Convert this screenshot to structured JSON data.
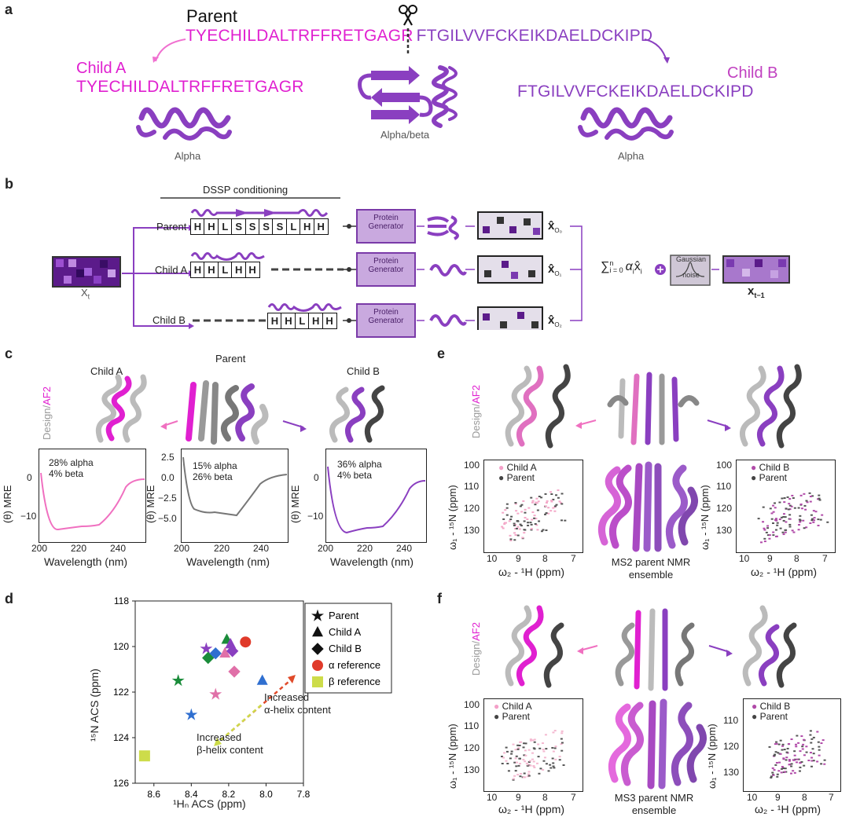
{
  "panels": {
    "a": "a",
    "b": "b",
    "c": "c",
    "d": "d",
    "e": "e",
    "f": "f"
  },
  "panel_a": {
    "parent_label": "Parent",
    "parent_seq_a": "TYECHILDALTRFFRETGAGR",
    "parent_seq_b": "FTGILVVFCKEIKDAELDCKIPD",
    "childA_label": "Child A",
    "childA_seq": "TYECHILDALTRFFRETGAGR",
    "childB_label": "Child B",
    "childB_seq": "FTGILVVFCKEIKDAELDCKIPD",
    "alpha_left": "Alpha",
    "alphabeta": "Alpha/beta",
    "alpha_right": "Alpha"
  },
  "panel_b": {
    "dssp_title": "DSSP conditioning",
    "xt": "X",
    "xt_sub": "t",
    "rows": [
      {
        "name": "Parent",
        "letters": [
          "H",
          "H",
          "L",
          "S",
          "S",
          "S",
          "S",
          "L",
          "H",
          "H"
        ],
        "out": "x̂",
        "out_sub": "O₀"
      },
      {
        "name": "Child A",
        "letters": [
          "H",
          "H",
          "L",
          "H",
          "H"
        ],
        "out": "x̂",
        "out_sub": "O₁"
      },
      {
        "name": "Child B",
        "letters": [
          "H",
          "H",
          "L",
          "H",
          "H"
        ],
        "out": "x̂",
        "out_sub": "O₂"
      }
    ],
    "pg_line1": "Protein",
    "pg_line2": "Generator",
    "sum": "∑",
    "sum_top": "n",
    "sum_bottom": "i = 0",
    "sum_term": "α",
    "sum_term_sub": "i",
    "sum_x": "x̂",
    "sum_x_sub": "i",
    "noise1": "Gaussian",
    "noise2": "noise",
    "xt1": "x",
    "xt1_sub": "t−1"
  },
  "panel_c": {
    "childA": "Child A",
    "parent": "Parent",
    "childB": "Child B",
    "design_label": "Design/",
    "af2_label": "AF2",
    "plots": [
      {
        "text1": "28% alpha",
        "text2": "4% beta",
        "yticks": [
          "0",
          "−10"
        ],
        "xticks": [
          "200",
          "220",
          "240"
        ],
        "ylabel": "(θ) MRE",
        "xlabel": "Wavelength (nm)"
      },
      {
        "text1": "15% alpha",
        "text2": "26% beta",
        "yticks": [
          "2.5",
          "0.0",
          "−2.5",
          "−5.0"
        ],
        "xticks": [
          "200",
          "220",
          "240"
        ],
        "ylabel": "(θ) MRE",
        "xlabel": "Wavelength (nm)"
      },
      {
        "text1": "36% alpha",
        "text2": "4% beta",
        "yticks": [
          "0",
          "−10"
        ],
        "xticks": [
          "200",
          "220",
          "240"
        ],
        "ylabel": "(θ) MRE",
        "xlabel": "Wavelength (nm)"
      }
    ]
  },
  "panel_e": {
    "design_label": "Design/",
    "af2_label": "AF2",
    "legendA": [
      "Child A",
      "Parent"
    ],
    "legendB": [
      "Child B",
      "Parent"
    ],
    "ensemble1": "MS2 parent NMR",
    "ensemble2": "ensemble",
    "yticks": [
      "100",
      "110",
      "120",
      "130"
    ],
    "xticksA": [
      "10",
      "9",
      "8",
      "7"
    ],
    "xticksB": [
      "10",
      "9",
      "8",
      "7"
    ],
    "ylabel": "ω₁ - ¹⁵N (ppm)",
    "xlabel": "ω₂ - ¹H (ppm)"
  },
  "panel_f": {
    "design_label": "Design/",
    "af2_label": "AF2",
    "legendA": [
      "Child A",
      "Parent"
    ],
    "legendB": [
      "Child B",
      "Parent"
    ],
    "ensemble1": "MS3 parent NMR",
    "ensemble2": "ensemble",
    "yticksA": [
      "100",
      "110",
      "120",
      "130"
    ],
    "yticksB": [
      "110",
      "120",
      "130"
    ],
    "xticks": [
      "10",
      "9",
      "8",
      "7"
    ],
    "ylabel": "ω₁ - ¹⁵N (ppm)",
    "xlabel": "ω₂ - ¹H (ppm)"
  },
  "chart_data": {
    "type": "scatter",
    "xlabel": "¹Hₙ ACS (ppm)",
    "ylabel": "¹⁵N ACS (ppm)",
    "xlim": [
      8.7,
      7.8
    ],
    "ylim": [
      126,
      118
    ],
    "xticks": [
      "8.6",
      "8.4",
      "8.2",
      "8.0",
      "7.8"
    ],
    "yticks": [
      "118",
      "120",
      "122",
      "124",
      "126"
    ],
    "legend": [
      "Parent",
      "Child A",
      "Child B",
      "α reference",
      "β reference"
    ],
    "annotations": [
      "Increased",
      "α-helix content",
      "Increased",
      "β-helix content"
    ],
    "points": [
      {
        "shape": "star",
        "color": "#1a8c3a",
        "x": 8.47,
        "y": 121.5
      },
      {
        "shape": "star",
        "color": "#2f6fd0",
        "x": 8.4,
        "y": 123.0
      },
      {
        "shape": "star",
        "color": "#8a3fc0",
        "x": 8.32,
        "y": 120.1
      },
      {
        "shape": "star",
        "color": "#e070a8",
        "x": 8.27,
        "y": 122.1
      },
      {
        "shape": "triangle",
        "color": "#1a8c3a",
        "x": 8.21,
        "y": 119.7
      },
      {
        "shape": "triangle",
        "color": "#2f6fd0",
        "x": 8.02,
        "y": 121.5
      },
      {
        "shape": "triangle",
        "color": "#e070a8",
        "x": 8.22,
        "y": 120.3
      },
      {
        "shape": "triangle",
        "color": "#8a3fc0",
        "x": 8.19,
        "y": 119.9
      },
      {
        "shape": "diamond",
        "color": "#1a8c3a",
        "x": 8.31,
        "y": 120.5
      },
      {
        "shape": "diamond",
        "color": "#2f6fd0",
        "x": 8.27,
        "y": 120.3
      },
      {
        "shape": "diamond",
        "color": "#8a3fc0",
        "x": 8.18,
        "y": 120.2
      },
      {
        "shape": "diamond",
        "color": "#e070a8",
        "x": 8.17,
        "y": 121.1
      },
      {
        "shape": "circle",
        "color": "#e03a2a",
        "x": 8.11,
        "y": 119.8
      },
      {
        "shape": "square",
        "color": "#cddc4a",
        "x": 8.65,
        "y": 124.8
      }
    ]
  },
  "colors": {
    "magenta": "#e020d0",
    "purple": "#8a3fc0",
    "pink": "#f070c0",
    "grey": "#777777"
  }
}
